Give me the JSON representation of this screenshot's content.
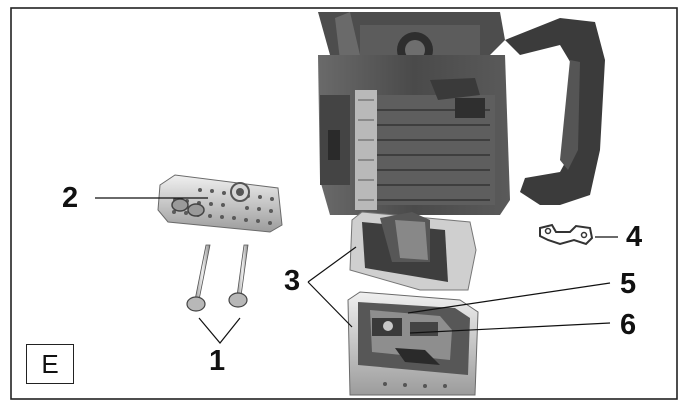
{
  "figure": {
    "label": "E",
    "callouts": [
      "1",
      "2",
      "3",
      "4",
      "5",
      "6"
    ]
  },
  "colors": {
    "frame": "#222222",
    "photo_dark": "#3a3a3a",
    "photo_mid": "#8a8a8a",
    "photo_light": "#d8d8d8"
  }
}
